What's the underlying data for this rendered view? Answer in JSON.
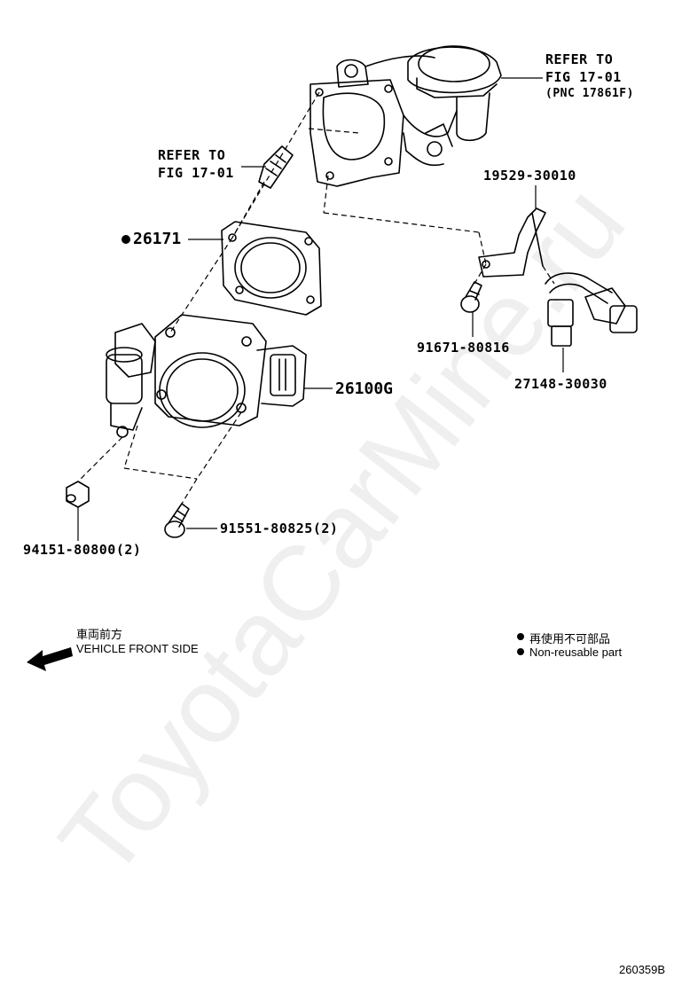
{
  "watermark": "ToyotaCarMine.ru",
  "refs": {
    "top_right": {
      "line1": "REFER TO",
      "line2": "FIG 17-01",
      "line3": "(PNC 17861F)"
    },
    "left": {
      "line1": "REFER TO",
      "line2": "FIG 17-01"
    }
  },
  "parts": {
    "gasket": "26171",
    "throttle_body": "26100G",
    "bracket": "19529-30010",
    "bolt_bracket": "91671-80816",
    "sensor": "27148-30030",
    "nut": "94151-80800(2)",
    "bolt": "91551-80825(2)"
  },
  "legend": {
    "front_jp": "車両前方",
    "front_en": "VEHICLE FRONT SIDE",
    "nonreusable_jp": "再使用不可部品",
    "nonreusable_en": "Non-reusable part"
  },
  "figure_code": "260359B"
}
